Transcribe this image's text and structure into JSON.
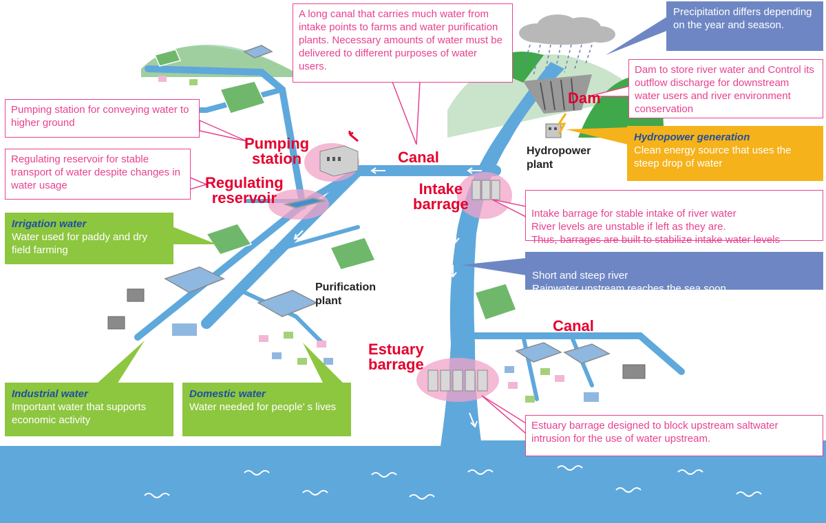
{
  "callouts": {
    "canal": "A long canal that carries much water from intake points to farms and water purification plants. Necessary amounts of water must be delivered to different purposes of water users.",
    "precipitation": "Precipitation differs depending on the year and season.",
    "dam": "Dam to store river water and Control its outflow discharge for downstream water users and river environment conservation",
    "hydropower_title": "Hydropower generation",
    "hydropower_text": "Clean energy source that uses the steep drop of water",
    "pumping": "Pumping station for conveying water to higher ground",
    "reservoir": "Regulating reservoir for stable transport of water despite changes in water usage",
    "intake": "Intake barrage for stable intake of river water\nRiver levels are unstable if left as they are.\nThus, barrages are built to stabilize intake water levels",
    "irrigation_title": "Irrigation water",
    "irrigation_text": "Water used for paddy and dry field farming",
    "river": "Short and steep river\nRainwater upstream reaches the sea soon.",
    "industrial_title": "Industrial water",
    "industrial_text": "Important water that supports economic activity",
    "domestic_title": "Domestic water",
    "domestic_text": "Water needed for people’ s lives",
    "estuary": "Estuary barrage designed to block upstream saltwater intrusion for the use of water upstream."
  },
  "labels": {
    "pumping_station": "Pumping\nstation",
    "regulating_reservoir": "Regulating\nreservoir",
    "canal_upper": "Canal",
    "canal_lower": "Canal",
    "intake_barrage": "Intake\nbarrage",
    "dam": "Dam",
    "hydropower_plant": "Hydropower\nplant",
    "purification_plant": "Purification\nplant",
    "estuary_barrage": "Estuary\nbarrage"
  },
  "colors": {
    "water": "#5fa8dc",
    "callout_pink": "#e8418f",
    "callout_blue": "#6e87c4",
    "callout_green": "#8dc63f",
    "callout_orange": "#f6b21a",
    "label_red": "#e5002d",
    "title_blue": "#1f4fa0"
  }
}
